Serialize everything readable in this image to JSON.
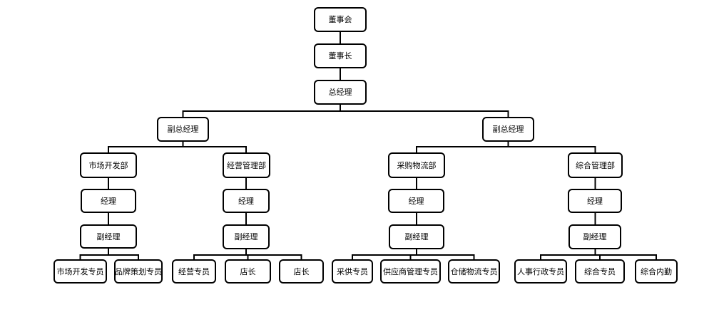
{
  "diagram": {
    "type": "org-chart",
    "background_color": "#ffffff",
    "node_fill_color": "#ffffff",
    "node_border_color": "#000000",
    "connector_color": "#000000",
    "nodes": [
      {
        "id": "board",
        "label": "董事会",
        "level": 1
      },
      {
        "id": "chairman",
        "label": "董事长",
        "level": 2
      },
      {
        "id": "general-manager",
        "label": "总经理",
        "level": 3
      },
      {
        "id": "deputy-gm-left",
        "label": "副总经理",
        "level": 4
      },
      {
        "id": "deputy-gm-right",
        "label": "副总经理",
        "level": 4
      },
      {
        "id": "dept-market-development",
        "label": "市场开发部",
        "level": 5
      },
      {
        "id": "market-manager",
        "label": "经理",
        "level": 6
      },
      {
        "id": "market-deputy-manager",
        "label": "副经理",
        "level": 7
      },
      {
        "id": "market-development-specialist",
        "label": "市场开发专员",
        "level": 8
      },
      {
        "id": "brand-planning-specialist",
        "label": "品牌策划专员",
        "level": 8
      },
      {
        "id": "dept-operations-management",
        "label": "经营管理部",
        "level": 5
      },
      {
        "id": "operations-manager",
        "label": "经理",
        "level": 6
      },
      {
        "id": "operations-deputy-manager",
        "label": "副经理",
        "level": 7
      },
      {
        "id": "operations-specialist",
        "label": "经营专员",
        "level": 8
      },
      {
        "id": "store-manager-1",
        "label": "店长",
        "level": 8
      },
      {
        "id": "store-manager-2",
        "label": "店长",
        "level": 8
      },
      {
        "id": "dept-procurement-logistics",
        "label": "采购物流部",
        "level": 5
      },
      {
        "id": "procurement-manager",
        "label": "经理",
        "level": 6
      },
      {
        "id": "procurement-deputy-manager",
        "label": "副经理",
        "level": 7
      },
      {
        "id": "purchasing-supply-specialist",
        "label": "采供专员",
        "level": 8
      },
      {
        "id": "supplier-management-specialist",
        "label": "供应商管理专员",
        "level": 8
      },
      {
        "id": "warehouse-logistics-specialist",
        "label": "仓储物流专员",
        "level": 8
      },
      {
        "id": "dept-general-management",
        "label": "综合管理部",
        "level": 5
      },
      {
        "id": "general-dept-manager",
        "label": "经理",
        "level": 6
      },
      {
        "id": "general-dept-deputy-manager",
        "label": "副经理",
        "level": 7
      },
      {
        "id": "hr-admin-specialist",
        "label": "人事行政专员",
        "level": 8
      },
      {
        "id": "general-affairs-specialist",
        "label": "综合专员",
        "level": 8
      },
      {
        "id": "general-office-clerk",
        "label": "综合内勤",
        "level": 8
      }
    ]
  }
}
